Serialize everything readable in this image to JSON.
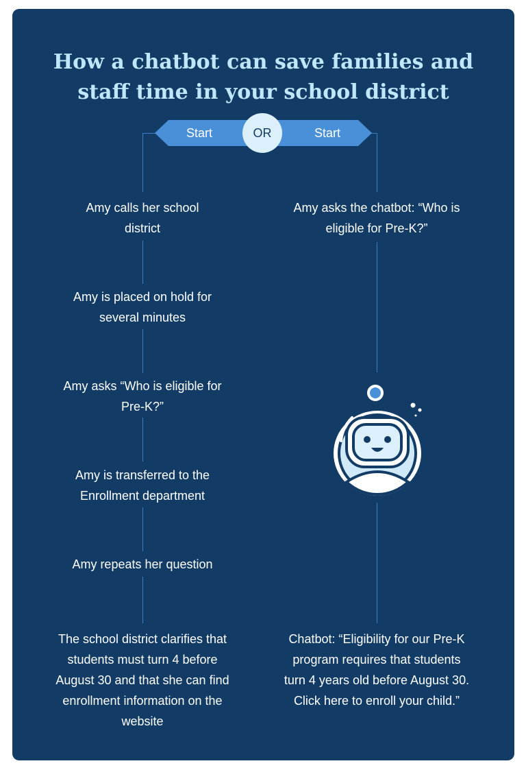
{
  "title": {
    "line1": "How a chatbot can save families and",
    "line2": "staff time in your school district"
  },
  "header": {
    "start_left": "Start",
    "or_label": "OR",
    "start_right": "Start"
  },
  "phone_path": {
    "steps": [
      "Amy calls her school district",
      "Amy is placed on hold for several minutes",
      "Amy asks “Who is eligible for Pre-K?”",
      "Amy is transferred to the Enrollment department",
      "Amy repeats her question",
      "The school district clarifies that students must turn 4 before August 30 and that she can find enrollment information on the website"
    ]
  },
  "chatbot_path": {
    "steps": [
      "Amy asks the chatbot: “Who is eligible for Pre-K?”",
      "Chatbot: “Eligibility for our Pre-K program requires that students turn 4 years old before August 30. Click here to enroll your child.”"
    ],
    "illustration": "robot-icon"
  },
  "colors": {
    "background": "#123c66",
    "title": "#bfe6fb",
    "banner": "#4a90d9",
    "connector": "#3d7fc6",
    "or_badge": "#dcf0fb"
  }
}
